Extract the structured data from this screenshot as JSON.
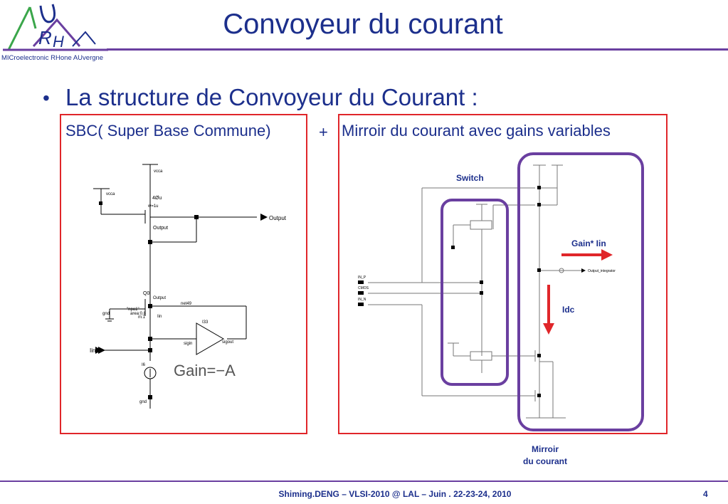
{
  "slide": {
    "title": "Convoyeur du courant",
    "logo_caption": "MICroelectronic RHone AUvergne",
    "bullet": "La structure de Convoyeur du Courant :",
    "caption_left": "SBC( Super Base Commune)",
    "caption_plus": "+",
    "caption_right": "Mirroir du courant avec gains variables",
    "footer": "Shiming.DENG – VLSI-2010 @ LAL – Juin . 22-23-24, 2010",
    "page_number": "4"
  },
  "left_schematic": {
    "vdd_top": "vcca",
    "vdd_left": "vcca",
    "m1_size": "4Øu",
    "m1_text": "w=1u",
    "output_label": "Output",
    "node_output": "Output",
    "q0": "Q0",
    "q0_output": "Output",
    "q0_model": "\"npa1\"",
    "q0_area": "area:0.8",
    "q0_m": "m:1",
    "net": "net49",
    "iin_node": "Iin",
    "gnd": "gnd",
    "amp": "I33",
    "amp_in": "sigin",
    "amp_out": "sigout",
    "iin_label": "Iin",
    "source": "I6",
    "gain": "Gain=−A",
    "gnd_bottom": "gnd"
  },
  "right_schematic": {
    "switch_label": "Switch",
    "gain_label": "Gain* Iin",
    "idc_label": "Idc",
    "mirror_label_line1": "Mirroir",
    "mirror_label_line2": "du courant",
    "in_p": "IN_P",
    "cmos": "CMOS",
    "in_n": "IN_N",
    "out_integrator": "Output_integrator"
  },
  "colors": {
    "text_blue": "#1c2f8c",
    "rule_purple": "#6a3fa0",
    "box_red": "#e0262a",
    "arrow_red": "#e0262a",
    "logo_green": "#3aa64a"
  }
}
